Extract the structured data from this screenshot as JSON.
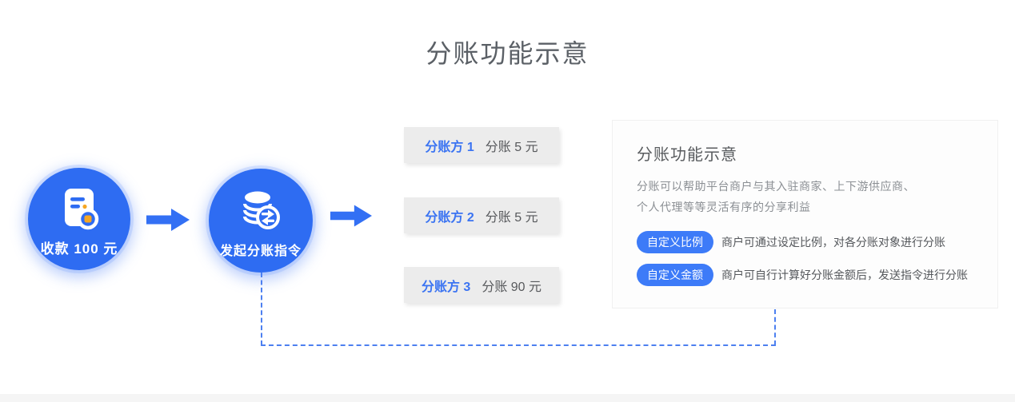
{
  "page": {
    "title": "分账功能示意"
  },
  "flow": {
    "step1": {
      "label": "收款 100 元",
      "icon": "receipt-coin-icon"
    },
    "step2": {
      "label": "发起分账指令",
      "icon": "coin-stack-transfer-icon"
    },
    "receivers": [
      {
        "name": "分账方 1",
        "amount": "分账 5 元"
      },
      {
        "name": "分账方 2",
        "amount": "分账 5 元"
      },
      {
        "name": "分账方 3",
        "amount": "分账 90 元"
      }
    ]
  },
  "info_panel": {
    "heading": "分账功能示意",
    "description_line1": "分账可以帮助平台商户与其入驻商家、上下游供应商、",
    "description_line2": "个人代理等等灵活有序的分享利益",
    "features": [
      {
        "badge": "自定义比例",
        "text": "商户可通过设定比例，对各分账对象进行分账"
      },
      {
        "badge": "自定义金额",
        "text": "商户可自行计算好分账金额后，发送指令进行分账"
      }
    ]
  },
  "colors": {
    "accent_blue": "#2e6cf2",
    "badge_blue": "#3d7bf8",
    "link_blue": "#3b74f2",
    "orange": "#f5a623",
    "box_gray": "#ececec",
    "dashed_line": "#4d80f0",
    "footer_gray": "#f5f5f5"
  }
}
